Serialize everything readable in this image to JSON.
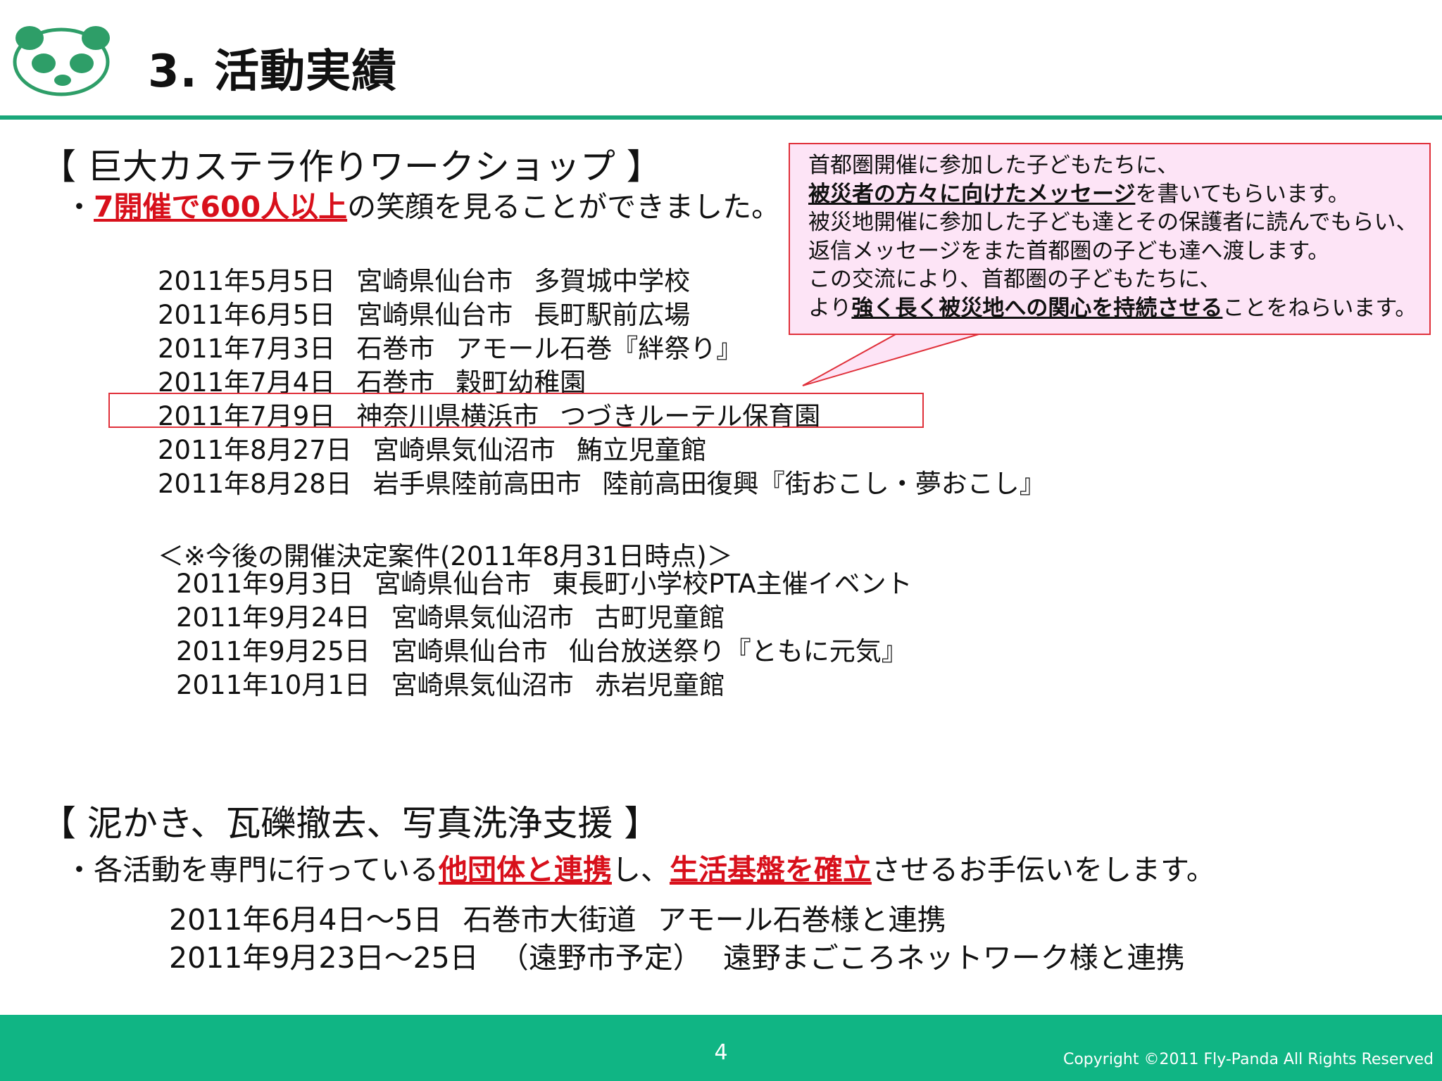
{
  "header": {
    "title": "3. 活動実績"
  },
  "colors": {
    "accent_green": "#10b584",
    "highlight_red": "#d8101b",
    "callout_bg": "#fde4f6"
  },
  "section1": {
    "heading": "【 巨大カステラ作りワークショップ 】",
    "bullet_prefix": "・",
    "highlight": "7開催で600人以上",
    "rest": "の笑顔を見ることができました。",
    "events": [
      {
        "date": "2011年5月5日",
        "place": "宮崎県仙台市",
        "venue": "多賀城中学校"
      },
      {
        "date": "2011年6月5日",
        "place": "宮崎県仙台市",
        "venue": "長町駅前広場"
      },
      {
        "date": "2011年7月3日",
        "place": "石巻市",
        "venue": "アモール石巻『絆祭り』"
      },
      {
        "date": "2011年7月4日",
        "place": "石巻市",
        "venue": "穀町幼稚園"
      },
      {
        "date": "2011年7月9日",
        "place": "神奈川県横浜市",
        "venue": "つづきルーテル保育園"
      },
      {
        "date": "2011年8月27日",
        "place": "宮崎県気仙沼市",
        "venue": "鮪立児童館"
      },
      {
        "date": "2011年8月28日",
        "place": "岩手県陸前高田市",
        "venue": "陸前高田復興『街おこし・夢おこし』"
      }
    ],
    "future_heading": "＜※今後の開催決定案件(2011年8月31日時点)＞",
    "future_events": [
      {
        "date": "2011年9月3日",
        "place": "宮崎県仙台市",
        "venue": "東長町小学校PTA主催イベント"
      },
      {
        "date": "2011年9月24日",
        "place": "宮崎県気仙沼市",
        "venue": "古町児童館"
      },
      {
        "date": "2011年9月25日",
        "place": "宮崎県仙台市",
        "venue": "仙台放送祭り『ともに元気』"
      },
      {
        "date": "2011年10月1日",
        "place": "宮崎県気仙沼市",
        "venue": "赤岩児童館"
      }
    ]
  },
  "callout": {
    "line1": "首都圏開催に参加した子どもたちに、",
    "line2_bold": "被災者の方々に向けたメッセージ",
    "line2_rest": "を書いてもらいます。",
    "line3": "被災地開催に参加した子ども達とその保護者に読んでもらい、",
    "line4": "返信メッセージをまた首都圏の子ども達へ渡します。",
    "line5": "この交流により、首都圏の子どもたちに、",
    "line6_pre": "より",
    "line6_bold": "強く長く被災地への関心を持続させる",
    "line6_rest": "ことをねらいます。"
  },
  "section2": {
    "heading": "【 泥かき、瓦礫撤去、写真洗浄支援 】",
    "bullet_prefix": "・",
    "text1": "各活動を専門に行っている",
    "highlight1": "他団体と連携",
    "text2": "し、",
    "highlight2": "生活基盤を確立",
    "text3": "させるお手伝いをします。",
    "events": [
      {
        "date": "2011年6月4日～5日",
        "place": "石巻市大街道",
        "venue": "アモール石巻様と連携"
      },
      {
        "date": "2011年9月23日～25日",
        "place": "（遠野市予定）",
        "venue": "遠野まごころネットワーク様と連携"
      }
    ]
  },
  "footer": {
    "page": "4",
    "copyright": "Copyright ©2011 Fly-Panda All Rights Reserved"
  }
}
